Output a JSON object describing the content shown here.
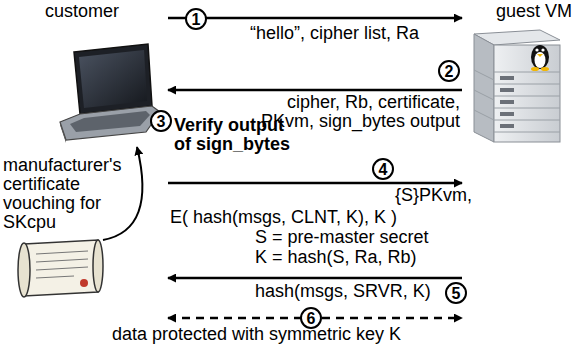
{
  "diagram": {
    "nodes": [
      {
        "text": [
          "customer"
        ]
      },
      {
        "text": [
          "guest VM"
        ]
      },
      {
        "text": [
          "manufacturer's certificate vouching for SKcpu"
        ]
      }
    ],
    "edges": [
      {
        "from": 0,
        "to": 1,
        "arrow": "to",
        "label": "“hello”, cipher list, Ra"
      },
      {
        "from": 1,
        "to": 0,
        "arrow": "to",
        "label": "cipher, Rb, certificate, PKvm, sign_bytes output"
      },
      {
        "from": 2,
        "to": 0,
        "arrow": "to"
      },
      {
        "from": 0,
        "to": 1,
        "arrow": "to",
        "label": "{S}PKvm,"
      },
      {
        "from": 1,
        "to": 0,
        "arrow": "to",
        "label": "hash(msgs, SRVR, K)"
      },
      {
        "from": 0,
        "to": 1,
        "arrow": "both",
        "label": "data protected with symmetric key K"
      }
    ],
    "labels": [
      "1",
      "2",
      "3",
      "Verify output of sign_bytes",
      "4",
      "E( hash(msgs, CLNT, K), K )",
      "S = pre-master secret",
      "K = hash(S, Ra, Rb)",
      "5",
      "6"
    ]
  }
}
